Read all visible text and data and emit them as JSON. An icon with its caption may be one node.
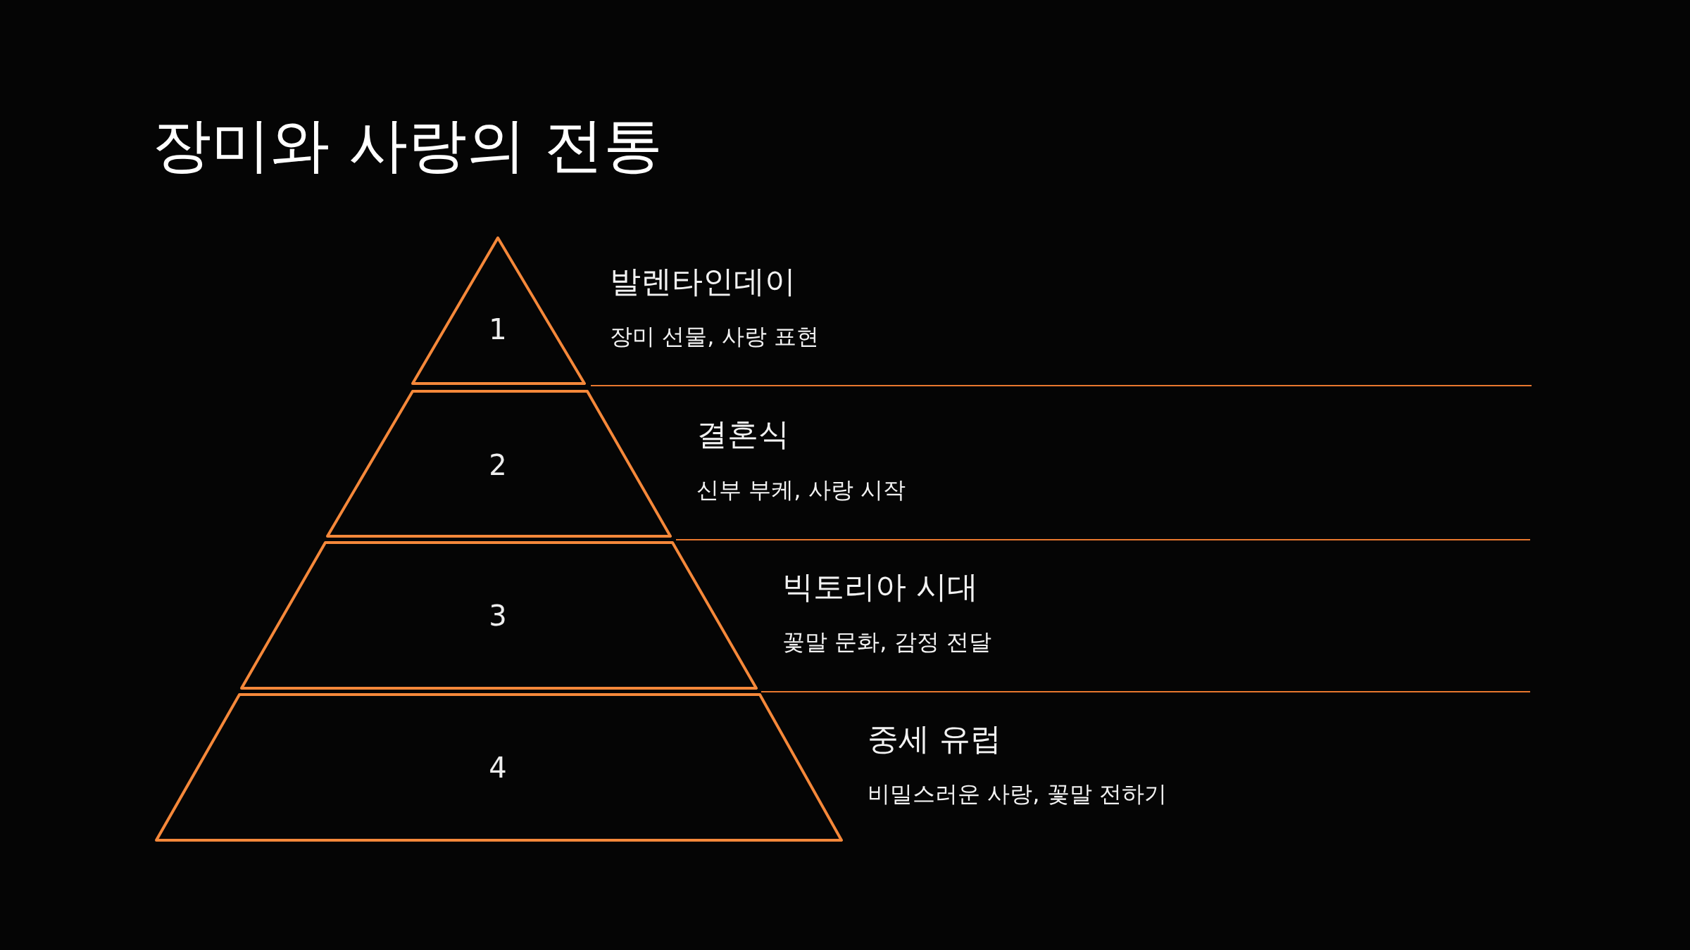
{
  "diagram": {
    "title": "장미와 사랑의 전통",
    "nodes": [
      {
        "text": [
          "1"
        ],
        "beside": [
          "발렌타인데이",
          "장미 선물, 사랑 표현"
        ]
      },
      {
        "text": [
          "2"
        ],
        "beside": [
          "결혼식",
          "신부 부케, 사랑 시작"
        ]
      },
      {
        "text": [
          "3"
        ],
        "beside": [
          "빅토리아 시대",
          "꽃말 문화, 감정 전달"
        ]
      },
      {
        "text": [
          "4"
        ],
        "beside": [
          "중세 유럽",
          "비밀스러운 사랑, 꽃말 전하기"
        ]
      }
    ]
  }
}
